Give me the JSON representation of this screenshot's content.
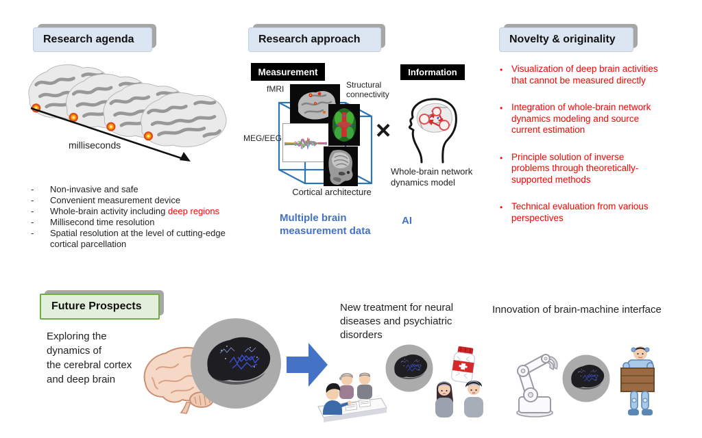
{
  "colors": {
    "accent_blue": "#4472C4",
    "accent_red": "#FF0000",
    "chip_fill": "#DCE6F2",
    "chip_shadow": "#A6A6A6",
    "future_fill": "#E2EFDA",
    "future_border": "#70AD47",
    "cube_blue": "#2E74B5",
    "label_bg": "#000000"
  },
  "agenda": {
    "title": "Research agenda",
    "arrow_label": "milliseconds",
    "marker": "-",
    "bullets": [
      {
        "text": "Non-invasive and safe"
      },
      {
        "text": "Convenient measurement device"
      },
      {
        "text": "Whole-brain activity including ",
        "highlight": "deep regions"
      },
      {
        "text": "Millisecond time resolution"
      },
      {
        "text": "Spatial resolution at the level of cutting-edge\ncortical parcellation"
      }
    ]
  },
  "approach": {
    "title": "Research approach",
    "measurement_label": "Measurement",
    "information_label": "Information",
    "fmri_label": "fMRI",
    "structural_label": "Structural\nconnectivity",
    "meg_label": "MEG/EEG",
    "cortical_label": "Cortical architecture",
    "multiply": "×",
    "model_label": "Whole-brain network\ndynamics model",
    "measurement_caption": "Multiple brain\nmeasurement data",
    "information_caption": "AI"
  },
  "novelty": {
    "title": "Novelty & originality",
    "marker": "•",
    "bullets": [
      {
        "text": "Visualization of deep brain activities\nthat cannot be measured directly"
      },
      {
        "text": "Integration of whole-brain network\ndynamics modeling and source\ncurrent estimation"
      },
      {
        "text": "Principle solution of inverse\nproblems through theoretically-\nsupported methods"
      },
      {
        "text": "Technical evaluation from various\nperspectives"
      }
    ]
  },
  "future": {
    "title": "Future Prospects",
    "description": "Exploring the\ndynamics of\nthe cerebral cortex\nand deep brain",
    "treatment_caption": "New treatment for neural\ndiseases and psychiatric\ndisorders",
    "bmi_caption": "Innovation of brain-machine interface"
  }
}
